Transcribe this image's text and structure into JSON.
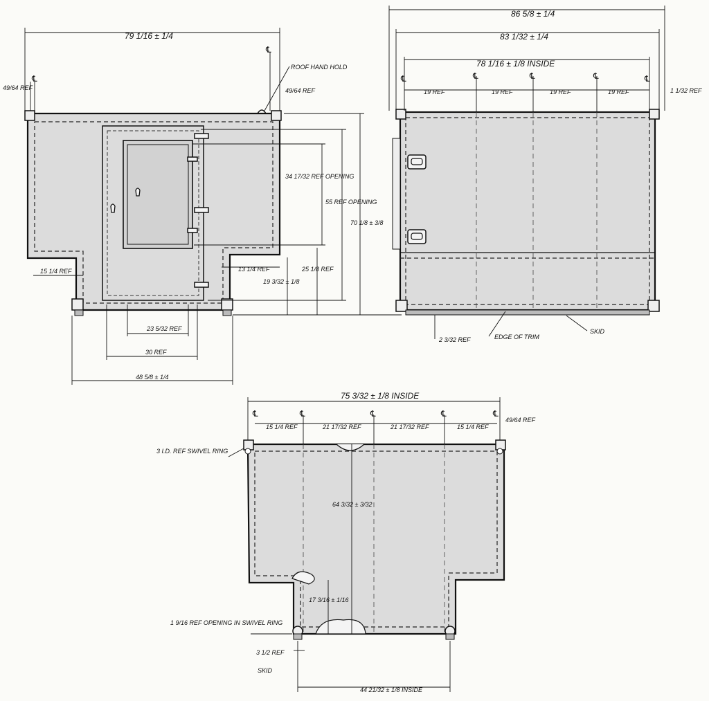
{
  "side_view": {
    "overall_length": "79 1/16 ± 1/4",
    "left_offset": "49/64 REF",
    "right_offset": "49/64 REF",
    "roof_handhold": "ROOF HAND HOLD",
    "door_height": "34 17/32 REF OPENING",
    "frame_height": "55 REF OPENING",
    "overall_height": "70 1/8 ± 3/8",
    "step_left": "15 1/4 REF",
    "step_right": "13 1/4 REF",
    "sill_height": "19 3/32 ± 1/8",
    "step_height": "25 1/8 REF",
    "door_width": "23 5/32 REF",
    "frame_width": "30 REF",
    "base_width": "48 5/8 ± 1/4",
    "centerline_symbol": "℄"
  },
  "end_view": {
    "overall_width": "86 5/8 ± 1/4",
    "width_2": "83 1/32 ± 1/4",
    "inside_width": "78 1/16 ± 1/8 INSIDE",
    "panel_spacings": [
      "19 REF",
      "19 REF",
      "19 REF",
      "19 REF"
    ],
    "right_offset": "1 1/32 REF",
    "skid_offset": "2 3/32 REF",
    "edge_of_trim": "EDGE OF TRIM",
    "skid": "SKID"
  },
  "plan_view": {
    "inside_width": "75 3/32 ± 1/8 INSIDE",
    "spacings": [
      "15 1/4 REF",
      "21 17/32 REF",
      "21 17/32 REF",
      "15 1/4 REF"
    ],
    "right_offset": "49/64 REF",
    "swivel_ring": "3 I.D. REF SWIVEL RING",
    "depth": "64 3/32 ± 3/32",
    "step_depth": "17 3/16 ± 1/16",
    "opening": "1 9/16 REF OPENING IN SWIVEL RING",
    "skid_offset": "3 1/2 REF",
    "skid": "SKID",
    "bottom_width": "44 21/32 ± 1/8 INSIDE"
  }
}
